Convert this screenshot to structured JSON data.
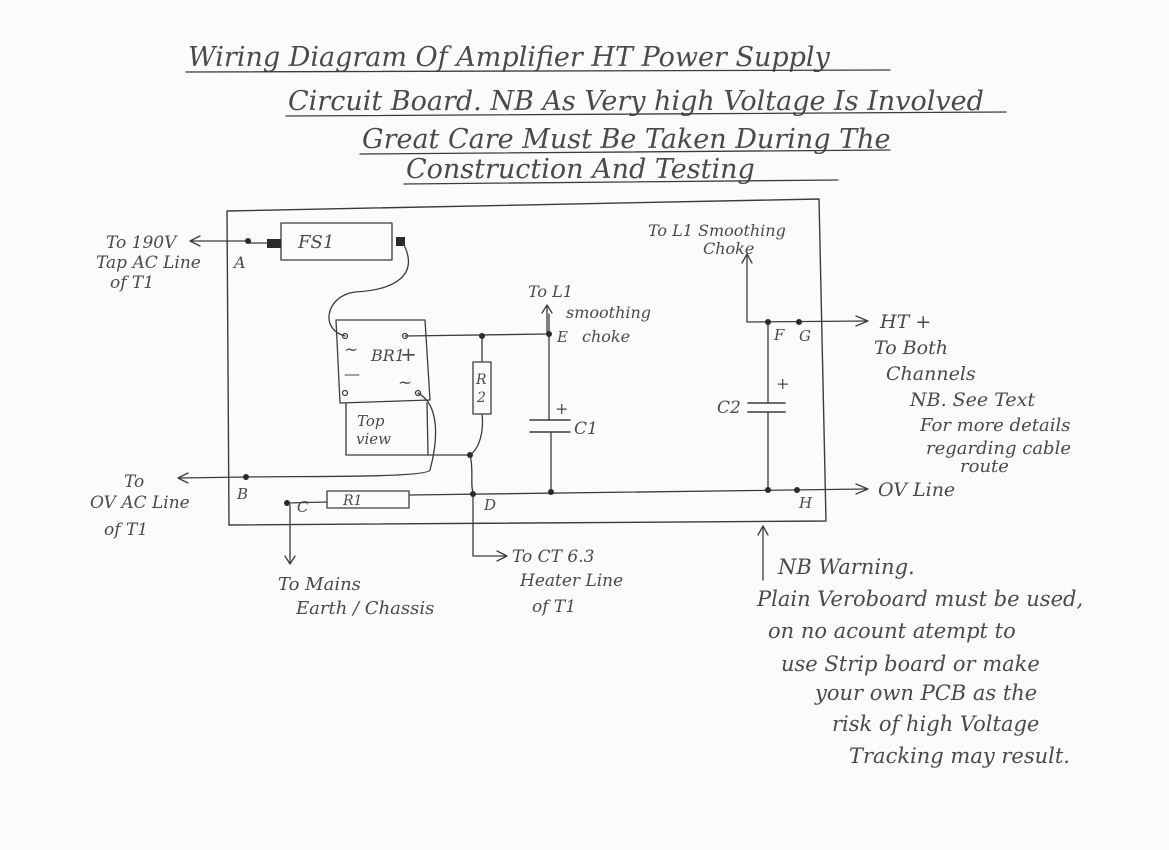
{
  "title_lines": [
    "Wiring Diagram Of Amplifier HT Power Supply",
    "Circuit Board. NB As Very high Voltage Is Involved",
    "Great Care Must Be Taken During The",
    "Construction And Testing"
  ],
  "components": {
    "fuse": "FS1",
    "bridge_rectifier": "BR1",
    "bridge_plus": "+",
    "bridge_ac1": "~",
    "bridge_ac2": "~",
    "bridge_minus": "—",
    "top_view": [
      "Top",
      "view"
    ],
    "resistor_r2": [
      "R",
      "2"
    ],
    "resistor_r1": "R1",
    "capacitor_c1": "C1",
    "capacitor_c1_plus": "+",
    "capacitor_c2": "C2",
    "capacitor_c2_plus": "+"
  },
  "nodes": {
    "a": "A",
    "b": "B",
    "c": "C",
    "d": "D",
    "e": "E",
    "f": "F",
    "g": "G",
    "h": "H"
  },
  "connections": {
    "ac_190v": [
      "To 190V",
      "Tap AC Line",
      "of T1"
    ],
    "ac_0v": [
      "To",
      "OV AC Line",
      "of T1"
    ],
    "earth": [
      "To Mains",
      "Earth / Chassis"
    ],
    "ct": [
      "To CT 6.3",
      "Heater Line",
      "of T1"
    ],
    "l1_e": [
      "To L1",
      "smoothing",
      "choke"
    ],
    "l1_top": [
      "To L1 Smoothing",
      "Choke"
    ],
    "ht": [
      "HT +",
      "To Both",
      "Channels",
      "NB. See Text",
      "For more details",
      "regarding cable",
      "route"
    ],
    "ov_line": "OV Line"
  },
  "warning": {
    "heading": "NB   Warning.",
    "lines": [
      "Plain Veroboard must be used,",
      "on no acount atempt to",
      "use Strip board or make",
      "your own PCB as the",
      "risk of high Voltage",
      "Tracking may result."
    ]
  }
}
